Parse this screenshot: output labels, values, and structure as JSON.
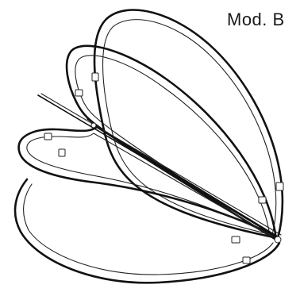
{
  "diagram": {
    "label": "Mod. B",
    "stroke_color": "#111111",
    "background_color": "#ffffff",
    "components": [
      "back-loop",
      "middle-loop",
      "front-loop",
      "bottom-shell",
      "central-spine",
      "pivot-hub",
      "clip-fittings"
    ]
  }
}
